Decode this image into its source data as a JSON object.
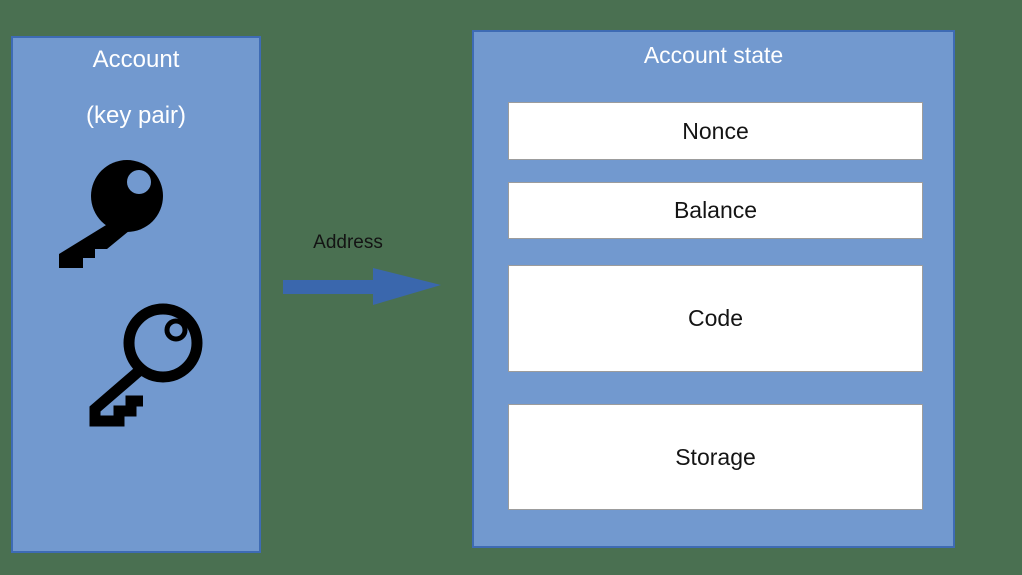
{
  "diagram": {
    "background_color": "#4a7051",
    "colors": {
      "panel_fill": "#7299cf",
      "panel_border": "#3e6bb4",
      "arrow_fill": "#3a67ad",
      "field_fill": "#ffffff",
      "field_border": "#9c9c9c",
      "title_text": "#ffffff",
      "label_text": "#141414"
    },
    "account_box": {
      "title_line1": "Account",
      "title_line2": "(key pair)",
      "icons": [
        {
          "name": "filled-key-icon",
          "meaning": "private key"
        },
        {
          "name": "outline-key-icon",
          "meaning": "public key"
        }
      ]
    },
    "arrow": {
      "label": "Address",
      "direction": "right"
    },
    "account_state_box": {
      "title": "Account state",
      "fields": [
        "Nonce",
        "Balance",
        "Code",
        "Storage"
      ]
    }
  }
}
